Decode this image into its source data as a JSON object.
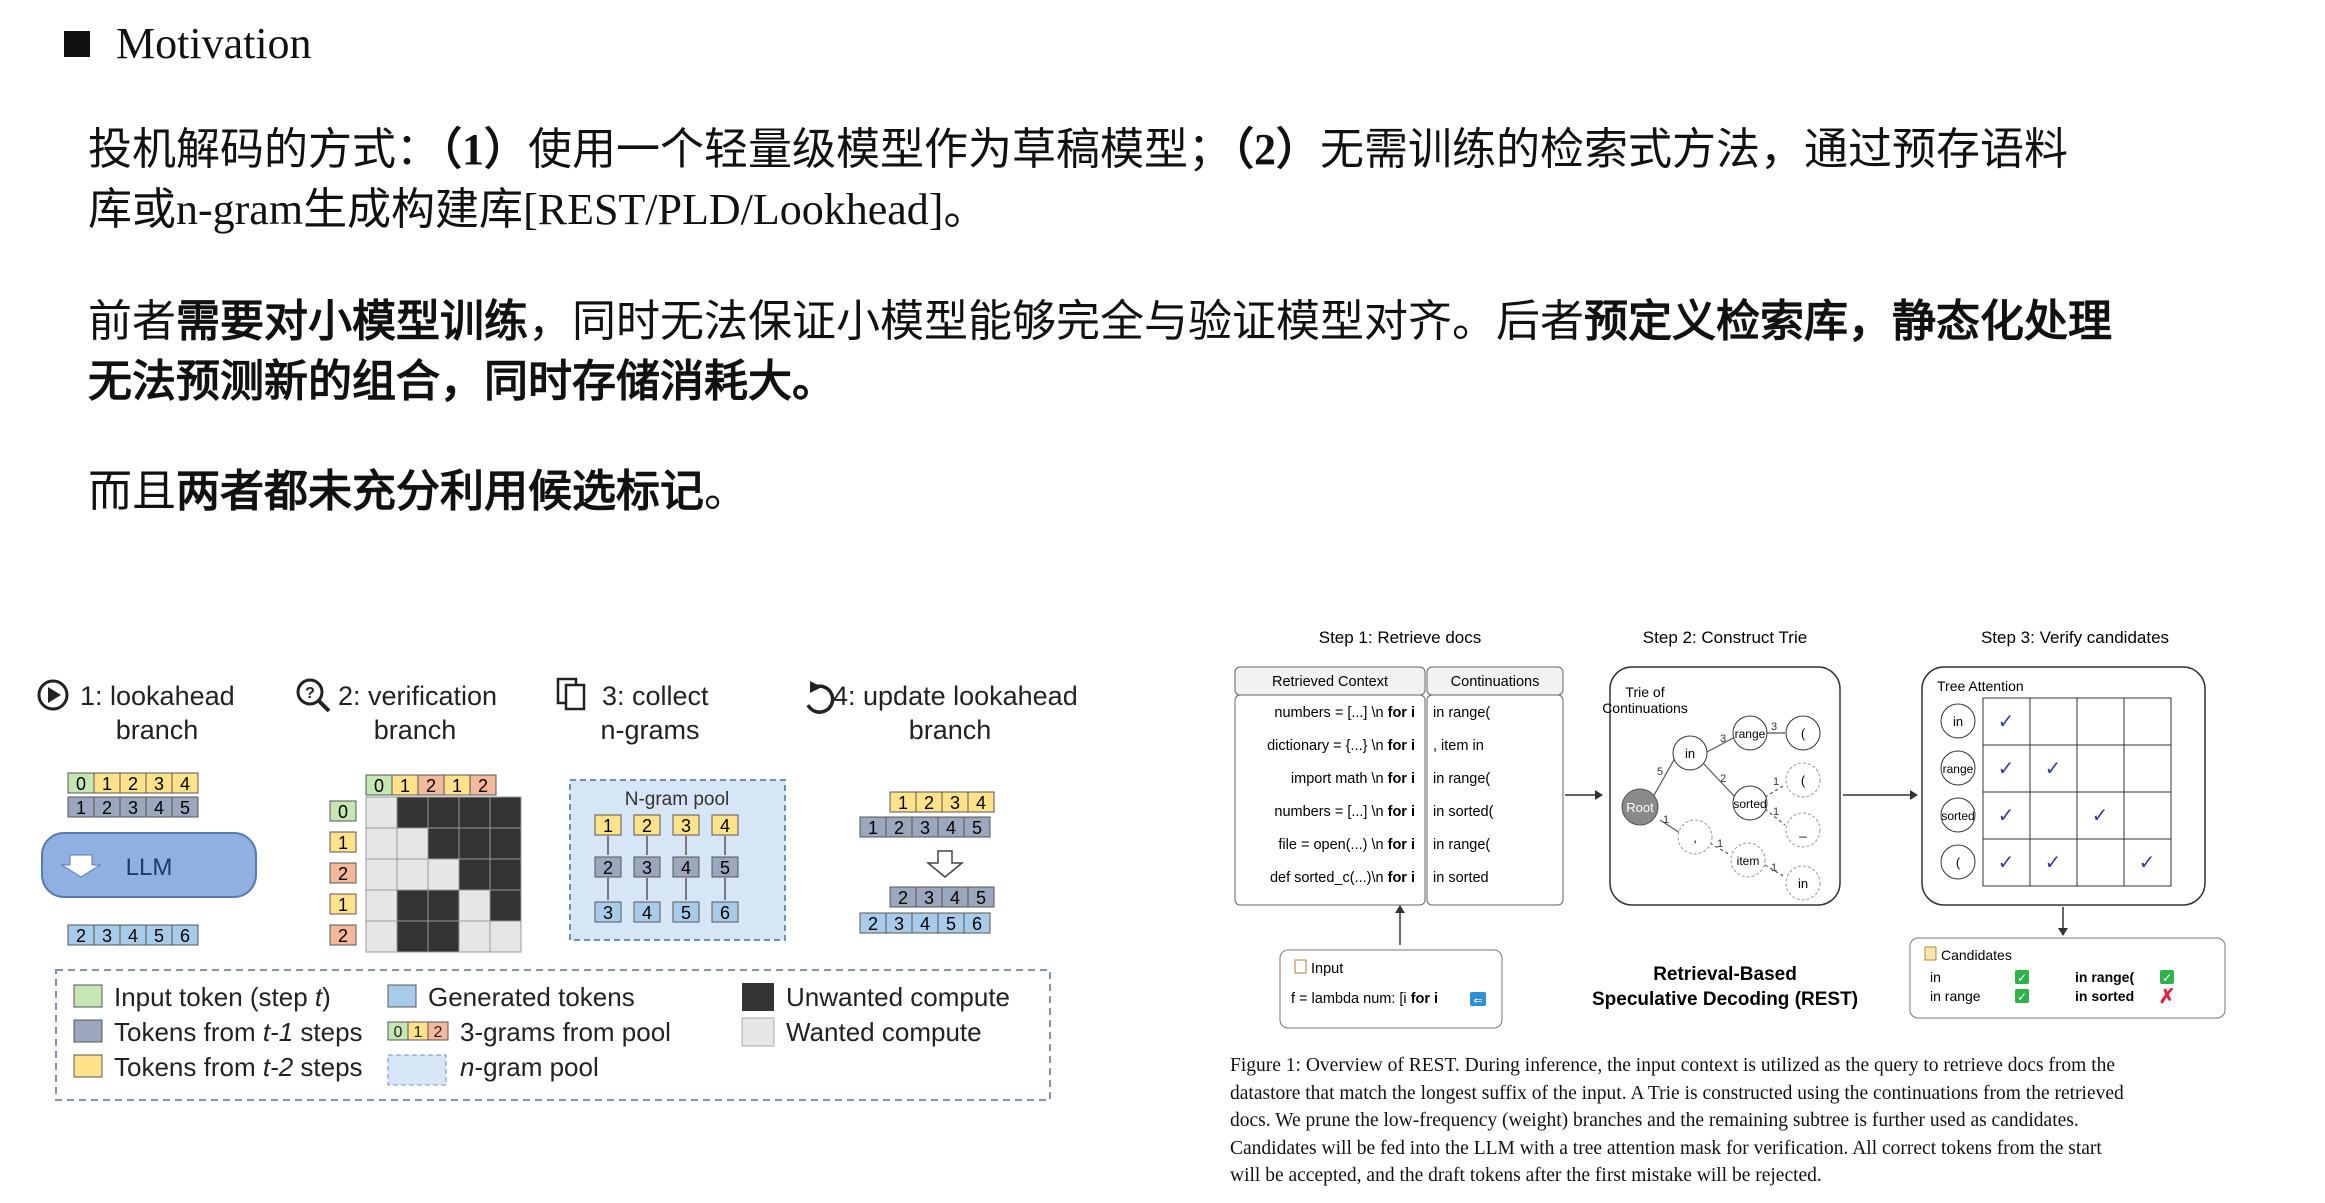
{
  "title": "Motivation",
  "para1": {
    "l1a": "投机解码的方式：",
    "l1b": "（1）",
    "l1c": "使用一个轻量级模型作为草稿模型；",
    "l1d": "（2）",
    "l1e": "无需训练的检索式方法，通过预存语料",
    "l2a": "库或",
    "l2b": "n-gram",
    "l2c": "生成构建库",
    "l2d": "[REST/PLD/Lookhead]",
    "l2e": "。"
  },
  "para2": {
    "l1a": "前者",
    "l1b": "需要对小模型训练",
    "l1c": "，同时无法保证小模型能够完全与验证模型对齐。后者",
    "l1d": "预定义检索库，静态化处理",
    "l2": "无法预测新的组合，同时存储消耗大。"
  },
  "para3": {
    "a": "而且",
    "b": "两者都未充分利用候选标记",
    "c": "。"
  },
  "lookahead": {
    "steps": [
      {
        "l1": "1: lookahead",
        "l2": "branch",
        "icon": "play-circle-icon"
      },
      {
        "l1": "2: verification",
        "l2": "branch",
        "icon": "search-question-icon"
      },
      {
        "l1": "3: collect",
        "l2": "n-grams",
        "icon": "documents-icon"
      },
      {
        "l1": "4: update lookahead",
        "l2": "branch",
        "icon": "refresh-icon"
      }
    ],
    "llm": "LLM",
    "ngram_pool": "N-gram pool",
    "legend": {
      "input": "Input token (step ",
      "input_t": "t",
      "input_end": ")",
      "generated": "Generated tokens",
      "unwanted": "Unwanted compute",
      "t1a": "Tokens from ",
      "t1b": "t-1",
      "t1c": " steps",
      "grams": "3-grams from pool",
      "wanted": "Wanted compute",
      "t2a": "Tokens from ",
      "t2b": "t-2",
      "t2c": " steps",
      "pool_a": "n",
      "pool_b": "-gram pool"
    },
    "colors": {
      "green": "#c6e6b3",
      "gray": "#9aa7bd",
      "yellow": "#ffe28a",
      "blue": "#a9cbea",
      "dark": "#333333",
      "light": "#e6e6e6"
    }
  },
  "rest": {
    "step1": "Step 1: Retrieve docs",
    "step2": "Step 2: Construct Trie",
    "step3": "Step 3: Verify candidates",
    "col1": "Retrieved Context",
    "col2": "Continuations",
    "rows": [
      {
        "ctx": "numbers = [...] \\n ",
        "kw": "for i",
        "cont": "in range("
      },
      {
        "ctx": "dictionary = {...} \\n ",
        "kw": "for i",
        "cont": ", item in"
      },
      {
        "ctx": "import math \\n ",
        "kw": "for i",
        "cont": "in range("
      },
      {
        "ctx": "numbers = [...] \\n ",
        "kw": "for i",
        "cont": "in sorted("
      },
      {
        "ctx": "file = open(...) \\n ",
        "kw": "for i",
        "cont": "in range("
      },
      {
        "ctx": "def sorted_c(...)\\n ",
        "kw": "for i",
        "cont": "in sorted"
      }
    ],
    "input_label": "Input",
    "input_value": "f = lambda num: [i ",
    "input_kw": "for i",
    "trie_title1": "Trie of",
    "trie_title2": "Continuations",
    "trie_nodes": {
      "root": "Root",
      "in": "in",
      "range": "range",
      "paren": "(",
      "sorted": "sorted",
      "paren2": "(",
      "under": "_",
      "comma": ",",
      "item": "item",
      "in2": "in"
    },
    "trie_weights": {
      "w1": "5",
      "w2": "3",
      "w3": "3",
      "w4": "2",
      "w5": "1",
      "w6": "1",
      "w7": "1",
      "w8": "1",
      "w9": "1"
    },
    "title_line1": "Retrieval-Based",
    "title_line2": "Speculative Decoding (REST)",
    "tree_attention": "Tree Attention",
    "ta_rows": [
      "in",
      "range",
      "sorted",
      "("
    ],
    "candidates_title": "Candidates",
    "cands": [
      {
        "text": "in",
        "ok": true
      },
      {
        "text": "in range",
        "ok": true
      },
      {
        "text": "in range(",
        "ok": true
      },
      {
        "text": "in sorted",
        "ok": false
      }
    ]
  },
  "caption": [
    "Figure 1: Overview of REST. During inference, the input context is utilized as the query to retrieve docs from the",
    "datastore that match the longest suffix of the input. A Trie is constructed using the continuations from the retrieved",
    "docs.  We prune the low-frequency (weight) branches and the remaining subtree is further used as candidates.",
    "Candidates will be fed into the LLM with a tree attention mask for verification. All correct tokens from the start",
    "will be accepted, and the draft tokens after the first mistake will be rejected."
  ]
}
